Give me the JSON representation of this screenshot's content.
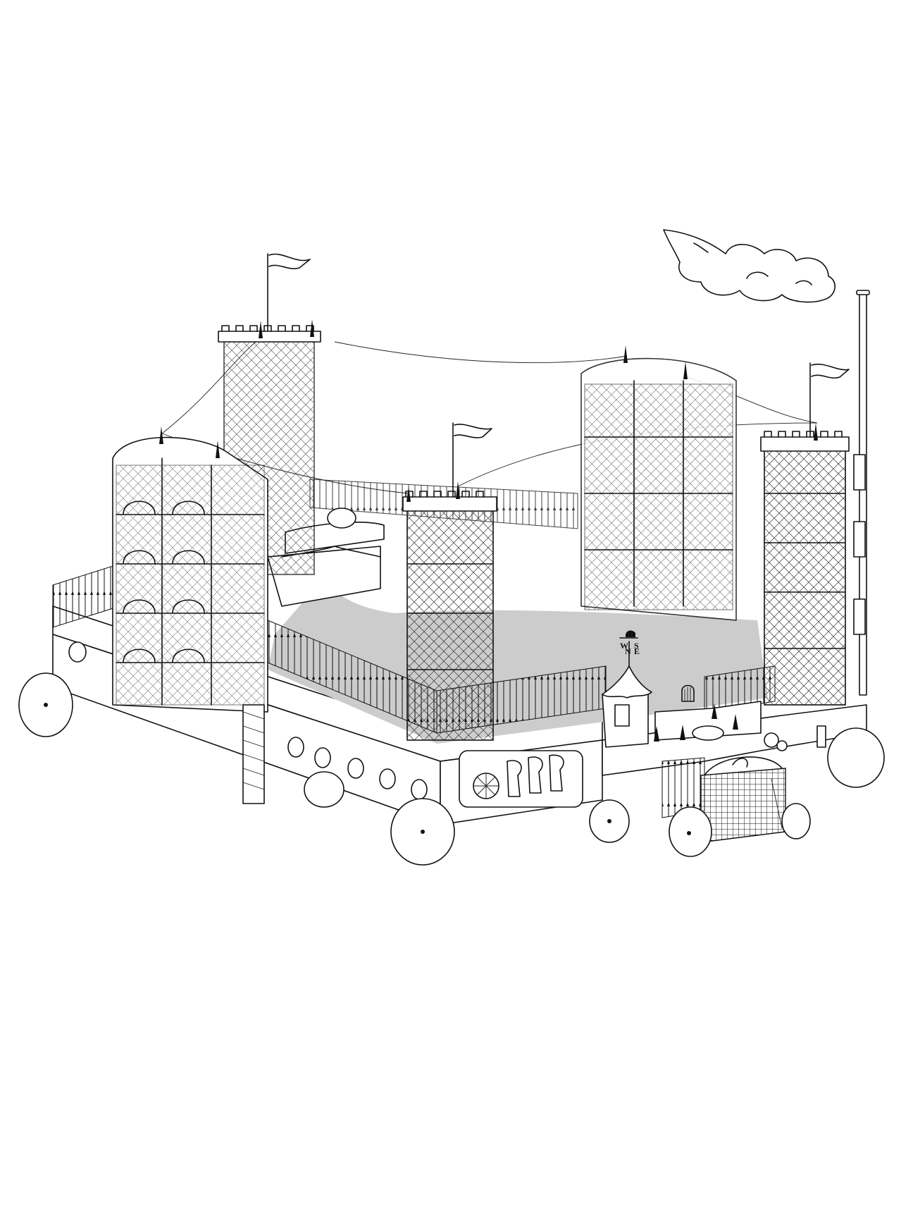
{
  "diagram": {
    "title": "Mobile castle on wheels",
    "style": "black line art on white background",
    "colors": {
      "background": "#ffffff",
      "line": "#111111",
      "courtyard": "#cccccc"
    },
    "components": [
      {
        "id": "smoke-cloud",
        "label": "smoke cloud"
      },
      {
        "id": "chimney",
        "label": "chimney stack"
      },
      {
        "id": "tower-back-left",
        "label": "square tower with flag"
      },
      {
        "id": "tower-front-center",
        "label": "square tower with flag"
      },
      {
        "id": "tower-right",
        "label": "square tower with flag"
      },
      {
        "id": "arcade-left",
        "label": "arched arcade block with spiral stair"
      },
      {
        "id": "arcade-back-right",
        "label": "arched arcade block with spiral stair"
      },
      {
        "id": "bed",
        "label": "draped bed"
      },
      {
        "id": "tent",
        "label": "striped tent with weathervane"
      },
      {
        "id": "birdcage",
        "label": "birdcage"
      },
      {
        "id": "gate",
        "label": "ornamental iron gate"
      },
      {
        "id": "relief-panel",
        "label": "relief panel with ship wheel and figures"
      },
      {
        "id": "wheels",
        "label": "wheels"
      },
      {
        "id": "portholes",
        "label": "portholes"
      },
      {
        "id": "fence",
        "label": "spiked iron fence"
      }
    ],
    "weathervane": {
      "west": "W",
      "north": "N",
      "south": "S",
      "east": "E"
    }
  }
}
